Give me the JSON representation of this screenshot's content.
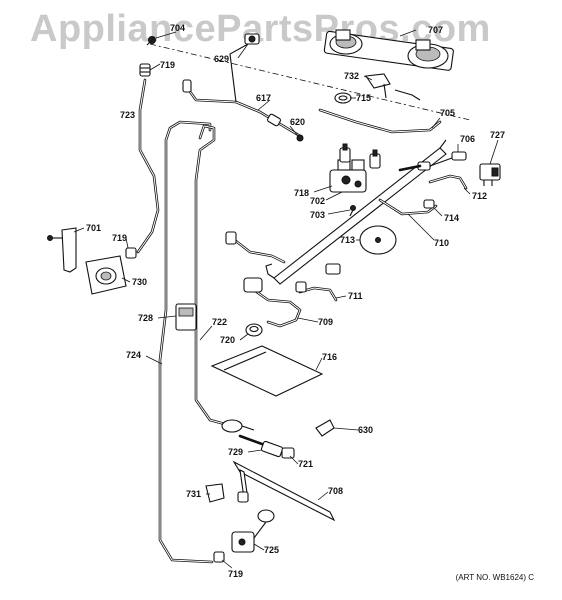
{
  "watermark": "AppliancePartsPros.com",
  "art_number": "(ART NO. WB1624) C",
  "callouts": {
    "c704": "704",
    "c707": "707",
    "c629": "629",
    "c719a": "719",
    "c732": "732",
    "c715": "715",
    "c617": "617",
    "c723": "723",
    "c620": "620",
    "c705": "705",
    "c727": "727",
    "c706": "706",
    "c718": "718",
    "c702": "702",
    "c712": "712",
    "c703": "703",
    "c714": "714",
    "c701": "701",
    "c719b": "719",
    "c713": "713",
    "c710": "710",
    "c730": "730",
    "c711": "711",
    "c728": "728",
    "c722": "722",
    "c709": "709",
    "c720": "720",
    "c724": "724",
    "c716": "716",
    "c630": "630",
    "c729": "729",
    "c721": "721",
    "c708": "708",
    "c731": "731",
    "c725": "725",
    "c719c": "719"
  }
}
